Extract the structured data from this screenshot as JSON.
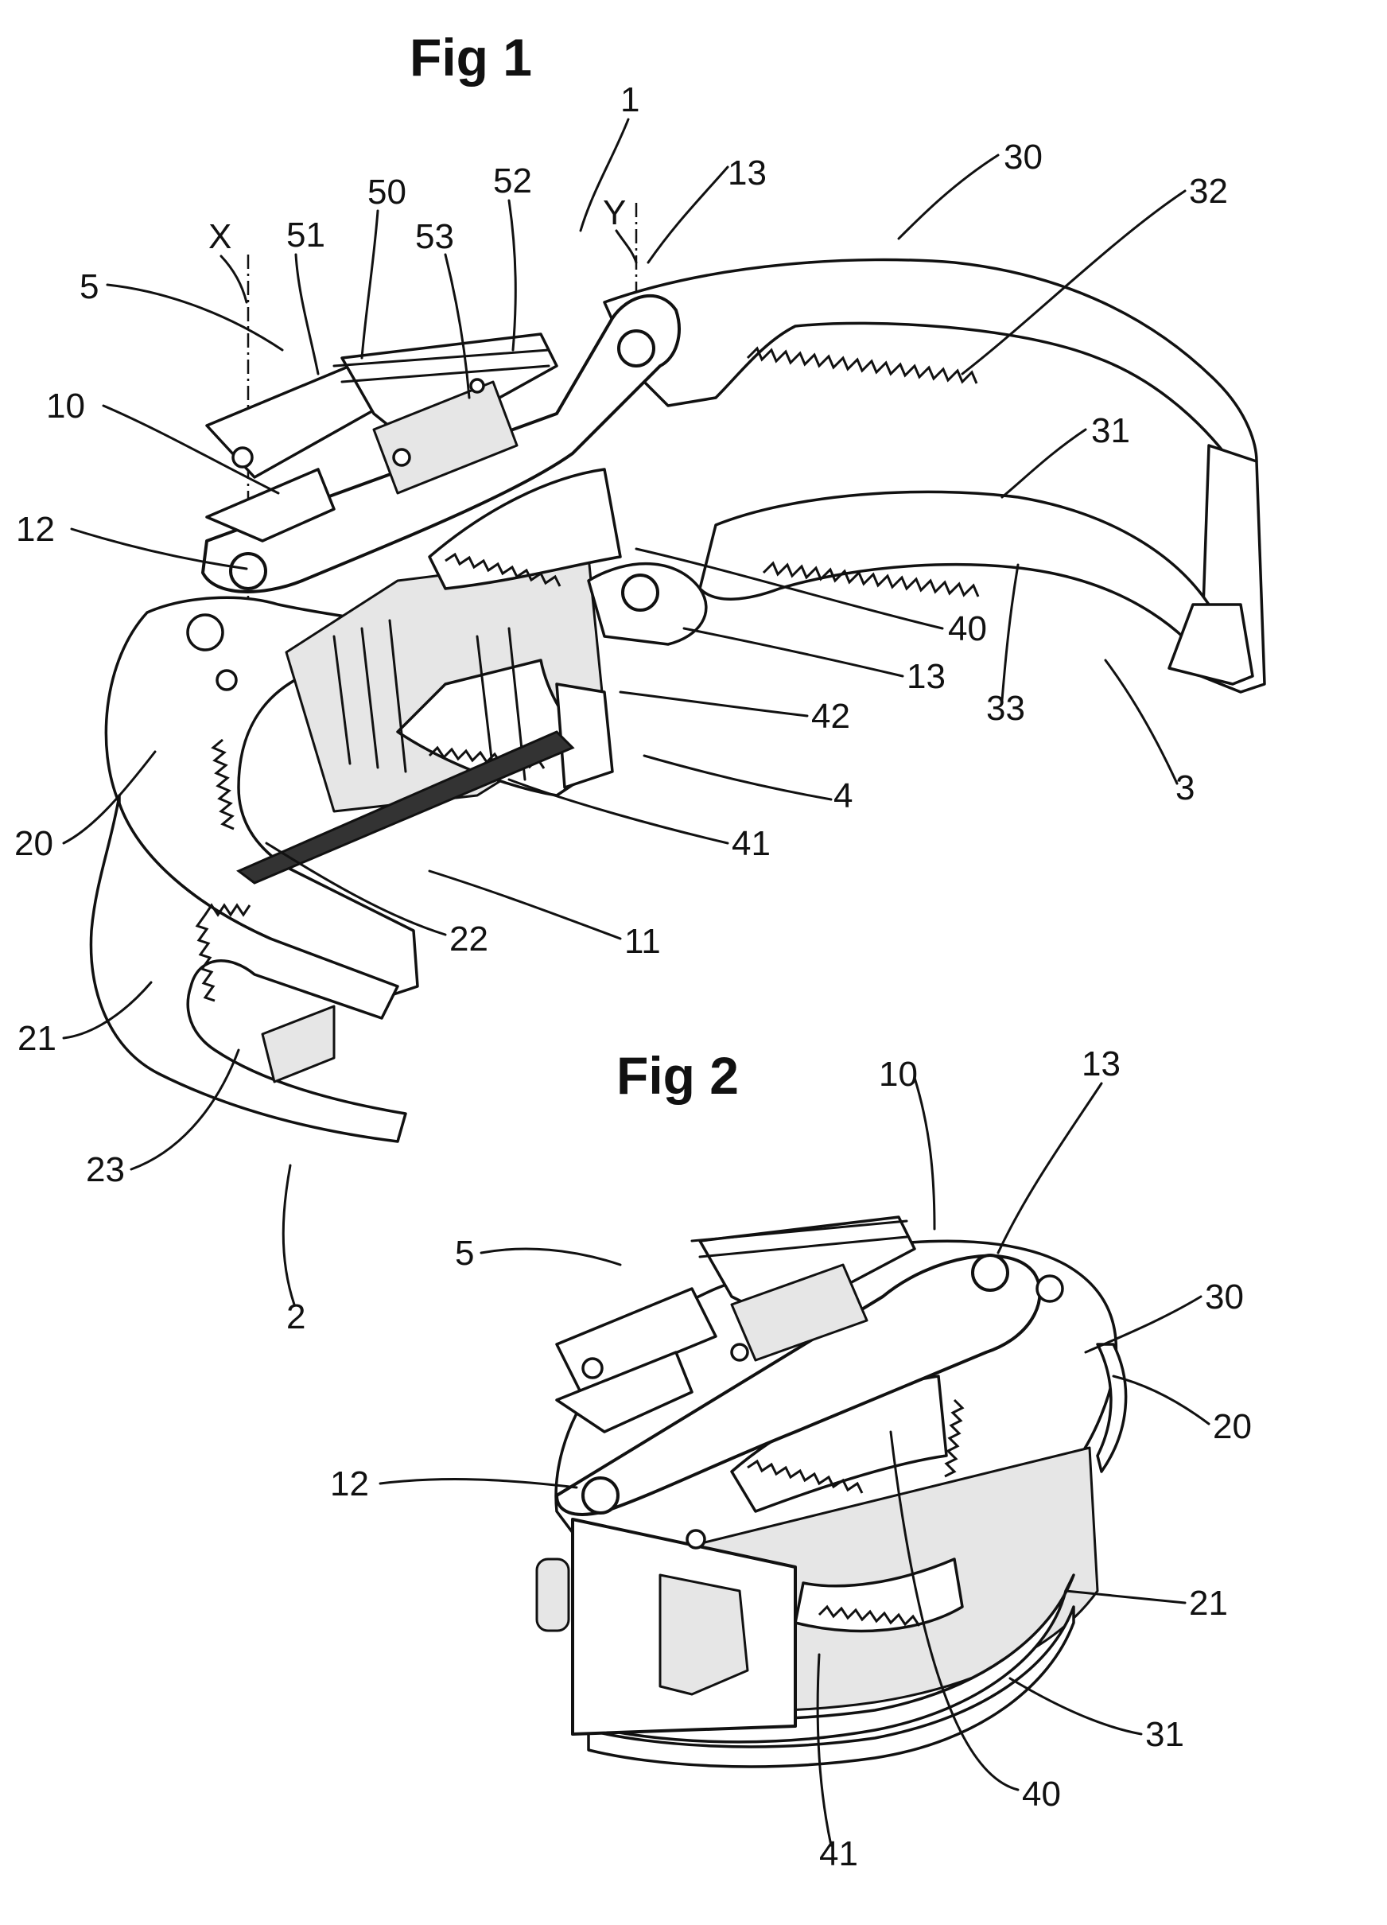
{
  "figures": [
    {
      "title": "Fig 1"
    },
    {
      "title": "Fig 2"
    }
  ],
  "fig1_labels": {
    "l1": "1",
    "l2": "2",
    "l3": "3",
    "l4": "4",
    "l5": "5",
    "l10": "10",
    "l11": "11",
    "l12": "12",
    "l13a": "13",
    "l13b": "13",
    "l20": "20",
    "l21": "21",
    "l22": "22",
    "l23": "23",
    "l30": "30",
    "l31": "31",
    "l32": "32",
    "l33": "33",
    "l40": "40",
    "l41": "41",
    "l42": "42",
    "l50": "50",
    "l51": "51",
    "l52": "52",
    "l53": "53",
    "axis_x": "X",
    "axis_y": "Y"
  },
  "fig2_labels": {
    "l5": "5",
    "l10": "10",
    "l12": "12",
    "l13": "13",
    "l20": "20",
    "l21": "21",
    "l30": "30",
    "l31": "31",
    "l40": "40",
    "l41": "41"
  }
}
